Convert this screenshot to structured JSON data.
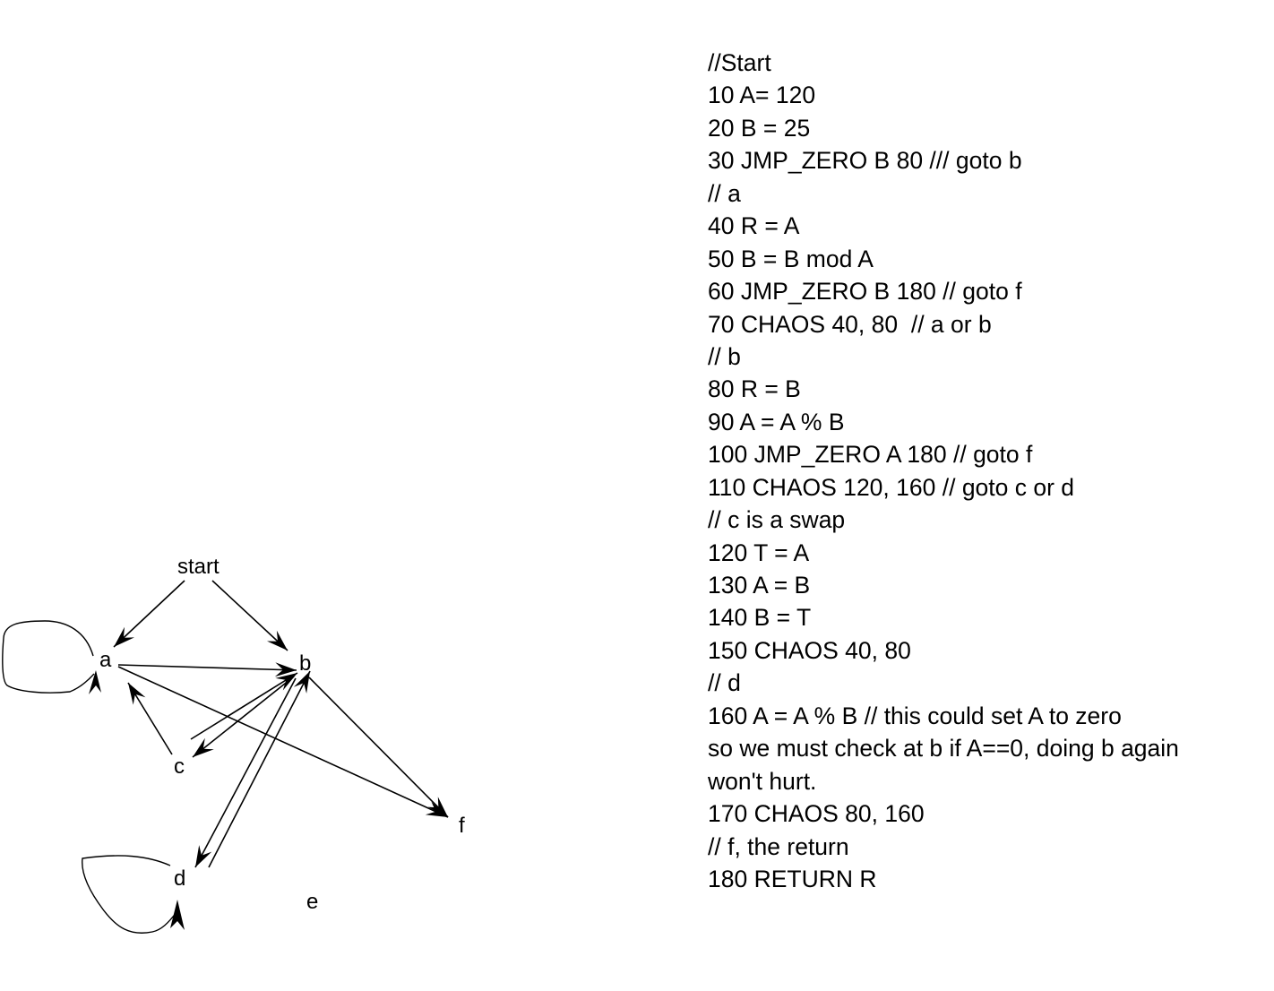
{
  "diagram": {
    "nodes": {
      "start": "start",
      "a": "a",
      "b": "b",
      "c": "c",
      "d": "d",
      "e": "e",
      "f": "f"
    },
    "edges": [
      {
        "from": "start",
        "to": "a"
      },
      {
        "from": "start",
        "to": "b"
      },
      {
        "from": "a",
        "to": "a"
      },
      {
        "from": "a",
        "to": "b"
      },
      {
        "from": "a",
        "to": "f"
      },
      {
        "from": "b",
        "to": "f"
      },
      {
        "from": "b",
        "to": "c"
      },
      {
        "from": "b",
        "to": "d"
      },
      {
        "from": "c",
        "to": "a"
      },
      {
        "from": "c",
        "to": "b"
      },
      {
        "from": "d",
        "to": "b"
      },
      {
        "from": "d",
        "to": "d"
      }
    ]
  },
  "code": {
    "lines": [
      "//Start",
      "10 A= 120",
      "20 B = 25",
      "30 JMP_ZERO B 80 /// goto b",
      "// a",
      "40 R = A",
      "50 B = B mod A",
      "60 JMP_ZERO B 180 // goto f",
      "70 CHAOS 40, 80  // a or b",
      "// b",
      "80 R = B",
      "90 A = A % B",
      "100 JMP_ZERO A 180 // goto f",
      "110 CHAOS 120, 160 // goto c or d",
      "// c is a swap",
      "120 T = A",
      "130 A = B",
      "140 B = T",
      "150 CHAOS 40, 80",
      "// d",
      "160 A = A % B // this could set A to zero",
      "so we must check at b if A==0, doing b again",
      "won't hurt.",
      "170 CHAOS 80, 160",
      "// f, the return",
      "180 RETURN R"
    ]
  }
}
